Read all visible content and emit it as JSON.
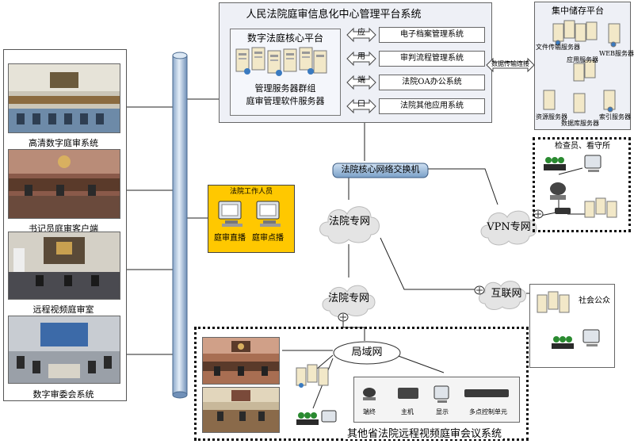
{
  "left_panel": {
    "captions": [
      "高清数字庭审系统",
      "书记员庭审客户端",
      "远程视频庭审室",
      "数字审委会系统"
    ]
  },
  "platform": {
    "title": "人民法院庭审信息化中心管理平台系统",
    "core_title": "数字法庭核心平台",
    "core_line1": "管理服务器群组",
    "core_line2": "庭审管理软件服务器",
    "interface_chars": [
      "应",
      "用",
      "端",
      "口"
    ],
    "apps": [
      "电子档案管理系统",
      "审判流程管理系统",
      "法院OA办公系统",
      "法院其他应用系统"
    ]
  },
  "data_transfer_label": "数据传输连接",
  "storage": {
    "title": "集中储存平台",
    "file_server": "文件传输服务器",
    "app_server": "应用服务器",
    "web_server": "WEB服务器",
    "resource_server": "资源服务器",
    "index_server": "索引服务器",
    "db_server": "数据库服务器"
  },
  "core_switch": "法院核心网络交换机",
  "court_staff": {
    "title": "法院工作人员",
    "live": "庭审直播",
    "vod": "庭审点播"
  },
  "clouds": {
    "court_net_1": "法院专网",
    "court_net_2": "法院专网",
    "vpn": "VPN专网",
    "internet": "互联网",
    "lan": "局域网"
  },
  "inspection": {
    "title": "检查员、看守所"
  },
  "public": {
    "title": "社会公众"
  },
  "remote": {
    "caption": "其他省法院远程视频庭审会议系统",
    "devices": [
      "端终",
      "主机",
      "显示",
      "多点控制单元"
    ]
  },
  "colors": {
    "platform_bg": "#eef0f6",
    "staff_bg": "#ffc800",
    "cylinder": "#b9cfe6",
    "app_box": "#ffffff"
  }
}
